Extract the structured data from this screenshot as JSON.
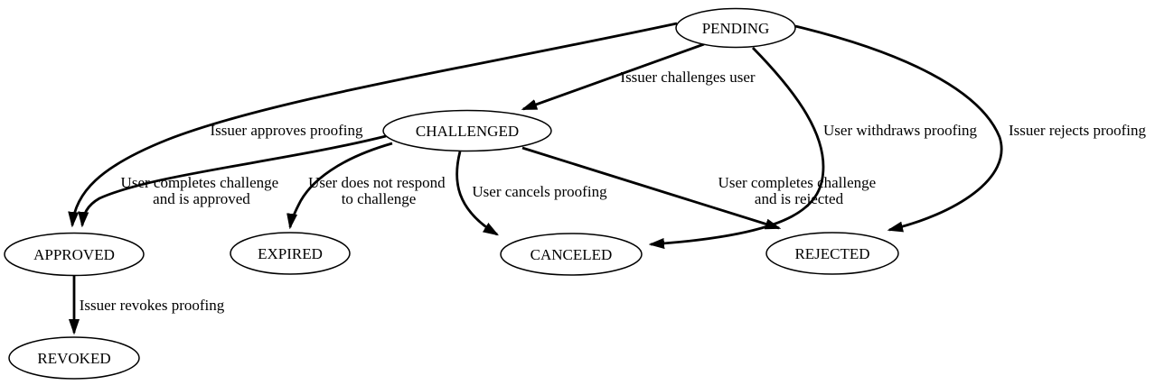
{
  "colors": {
    "background": "#ffffff",
    "line": "#000000",
    "text": "#000000",
    "node_fill": "#ffffff"
  },
  "diagram": {
    "type": "state-transition-graph",
    "nodes": [
      {
        "id": "pending",
        "label": "PENDING"
      },
      {
        "id": "challenged",
        "label": "CHALLENGED"
      },
      {
        "id": "approved",
        "label": "APPROVED"
      },
      {
        "id": "expired",
        "label": "EXPIRED"
      },
      {
        "id": "canceled",
        "label": "CANCELED"
      },
      {
        "id": "rejected",
        "label": "REJECTED"
      },
      {
        "id": "revoked",
        "label": "REVOKED"
      }
    ],
    "edges": [
      {
        "from": "PENDING",
        "to": "CHALLENGED",
        "label": "Issuer challenges user"
      },
      {
        "from": "PENDING",
        "to": "APPROVED",
        "label": "Issuer approves proofing"
      },
      {
        "from": "PENDING",
        "to": "CANCELED",
        "label": "User withdraws proofing"
      },
      {
        "from": "PENDING",
        "to": "REJECTED",
        "label": "Issuer rejects proofing"
      },
      {
        "from": "CHALLENGED",
        "to": "APPROVED",
        "label": "User completes challenge and is approved",
        "label_lines": [
          "User completes challenge",
          "and is approved"
        ]
      },
      {
        "from": "CHALLENGED",
        "to": "EXPIRED",
        "label": "User does not respond to challenge",
        "label_lines": [
          "User does not respond",
          "to challenge"
        ]
      },
      {
        "from": "CHALLENGED",
        "to": "CANCELED",
        "label": "User cancels proofing"
      },
      {
        "from": "CHALLENGED",
        "to": "REJECTED",
        "label": "User completes challenge and is rejected",
        "label_lines": [
          "User completes challenge",
          "and is rejected"
        ]
      },
      {
        "from": "APPROVED",
        "to": "REVOKED",
        "label": "Issuer revokes proofing"
      }
    ]
  }
}
